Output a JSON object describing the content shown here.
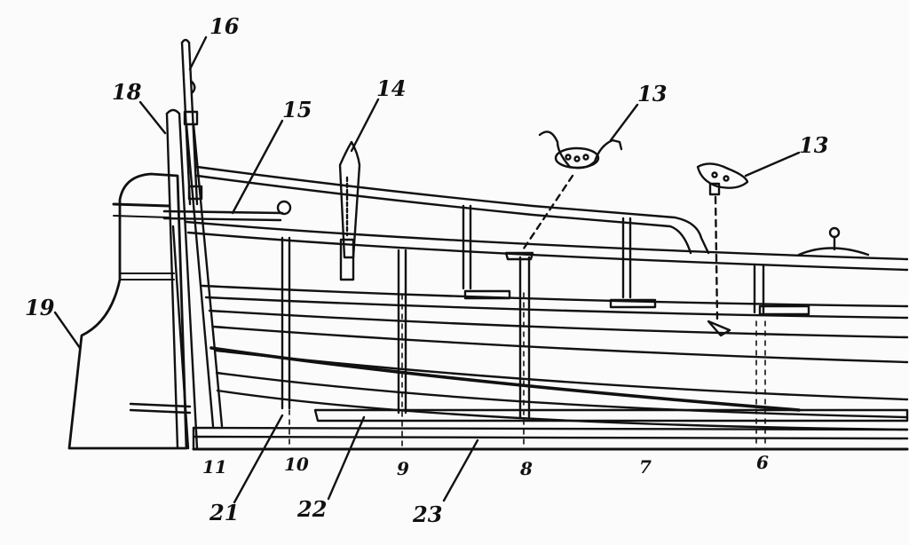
{
  "figure": {
    "background_color": "#fbfbfb",
    "ink_color": "#111111"
  },
  "callouts": [
    {
      "id": "16",
      "label": "16"
    },
    {
      "id": "18",
      "label": "18"
    },
    {
      "id": "15",
      "label": "15"
    },
    {
      "id": "14",
      "label": "14"
    },
    {
      "id": "13a",
      "label": "13"
    },
    {
      "id": "13b",
      "label": "13"
    },
    {
      "id": "19",
      "label": "19"
    },
    {
      "id": "21",
      "label": "21"
    },
    {
      "id": "22",
      "label": "22"
    },
    {
      "id": "23",
      "label": "23"
    }
  ],
  "stations": [
    "11",
    "10",
    "9",
    "8",
    "7",
    "6"
  ]
}
